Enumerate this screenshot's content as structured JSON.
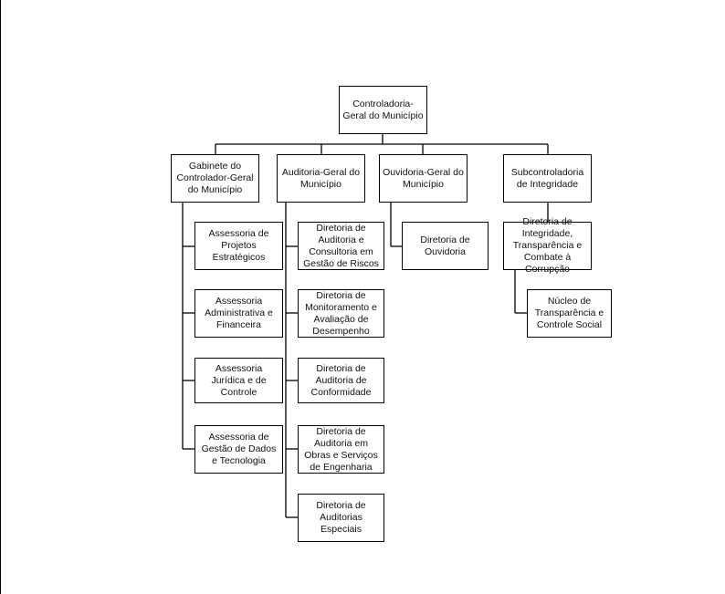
{
  "org_chart": {
    "root": {
      "label": "Controladoria-Geral do Município"
    },
    "branches": [
      {
        "label": "Gabinete do Controlador-Geral do Município",
        "children": [
          {
            "label": "Assessoria de Projetos Estratégicos"
          },
          {
            "label": "Assessoria Administrativa e Financeira"
          },
          {
            "label": "Assessoria Jurídica e de Controle"
          },
          {
            "label": "Assessoria de Gestão de Dados e Tecnologia"
          }
        ]
      },
      {
        "label": "Auditoria-Geral do Município",
        "children": [
          {
            "label": "Diretoria de Auditoria e Consultoria em Gestão de Riscos"
          },
          {
            "label": "Diretoria de Monitoramento e Avaliação de Desempenho"
          },
          {
            "label": "Diretoria de Auditoria de Conformidade"
          },
          {
            "label": "Diretoria de Auditoria em Obras e Serviços de Engenharia"
          },
          {
            "label": "Diretoria de Auditorias Especiais"
          }
        ]
      },
      {
        "label": "Ouvidoria-Geral do Município",
        "children": [
          {
            "label": "Diretoria de Ouvidoria"
          }
        ]
      },
      {
        "label": "Subcontroladoria de Integridade",
        "children": [
          {
            "label": "Diretoria de Integridade, Transparência e Combate à Corrupção",
            "children": [
              {
                "label": "Núcleo de Transparência e Controle Social"
              }
            ]
          }
        ]
      }
    ]
  }
}
